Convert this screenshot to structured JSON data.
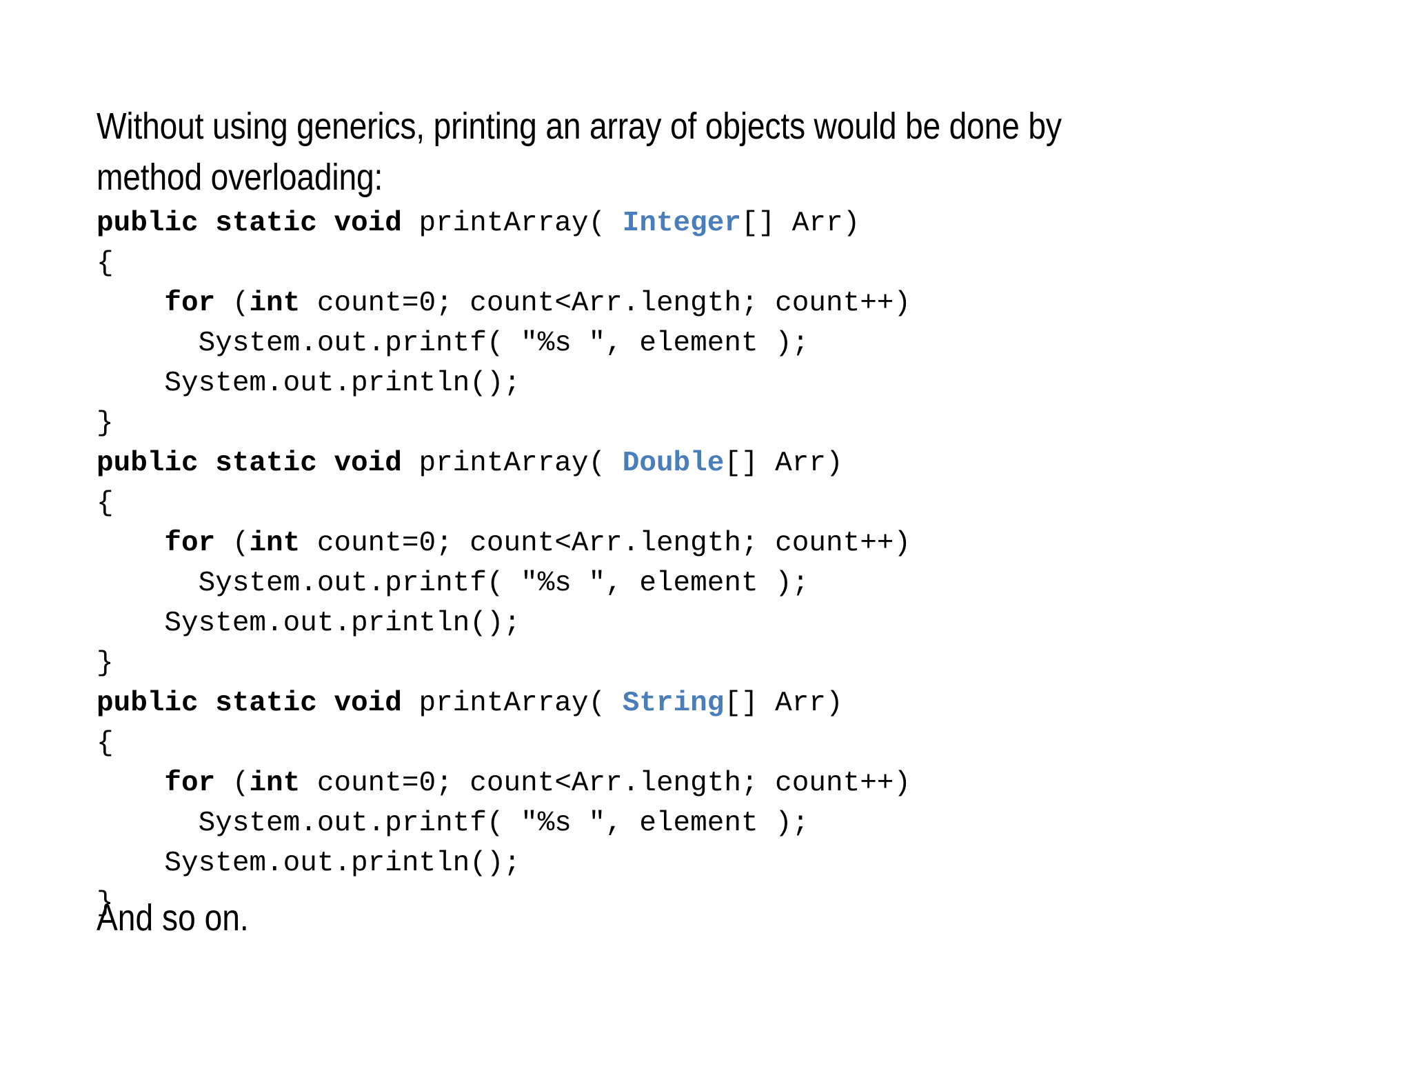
{
  "slide": {
    "background_color": "#ffffff",
    "heading": "Without using generics, printing an array of objects would be done by method overloading:",
    "closing_text": "And so on.",
    "keyword_color": "#000000",
    "type_color": "#4a7ebb",
    "text_color": "#000000"
  },
  "code": {
    "methods": [
      {
        "signature_keywords": "public static void",
        "signature_name": " printArray( ",
        "signature_type": "Integer",
        "signature_tail": "[] Arr)",
        "open_brace": "{",
        "for_keyword": "for",
        "for_rest_a": " (",
        "for_int": "int",
        "for_rest_b": " count=0; count<Arr.length; count++)",
        "printf_line": "      System.out.printf( \"%s \", element );",
        "println_line": "    System.out.println();",
        "close_brace": "}"
      },
      {
        "signature_keywords": "public static void",
        "signature_name": " printArray( ",
        "signature_type": "Double",
        "signature_tail": "[] Arr)",
        "open_brace": "{",
        "for_keyword": "for",
        "for_rest_a": " (",
        "for_int": "int",
        "for_rest_b": " count=0; count<Arr.length; count++)",
        "printf_line": "      System.out.printf( \"%s \", element );",
        "println_line": "    System.out.println();",
        "close_brace": "}"
      },
      {
        "signature_keywords": "public static void",
        "signature_name": " printArray( ",
        "signature_type": "String",
        "signature_tail": "[] Arr)",
        "open_brace": "{",
        "for_keyword": "for",
        "for_rest_a": " (",
        "for_int": "int",
        "for_rest_b": " count=0; count<Arr.length; count++)",
        "printf_line": "      System.out.printf( \"%s \", element );",
        "println_line": "    System.out.println();",
        "close_brace": "}"
      }
    ],
    "for_indent": "    "
  }
}
